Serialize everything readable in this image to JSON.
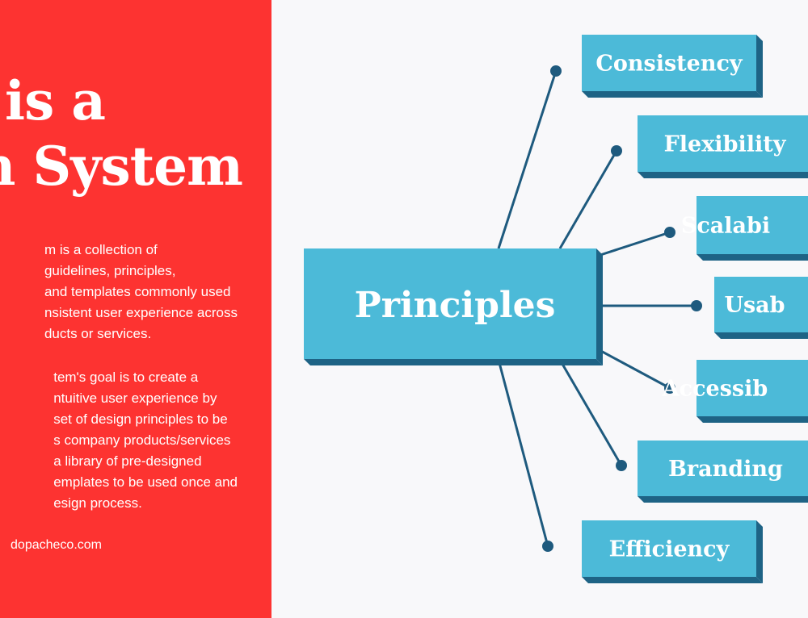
{
  "title": {
    "line1": "t is a",
    "line2": "gn System"
  },
  "description": {
    "paragraph1": [
      "m is a collection of",
      "guidelines, principles,",
      "and templates commonly used",
      "nsistent user experience across",
      "ducts or services."
    ],
    "paragraph2": [
      "tem's goal is to create a",
      "ntuitive user experience by",
      "set of design principles to be",
      "s company products/services",
      "a library of pre-designed",
      "emplates to be used once and",
      "esign process."
    ]
  },
  "website": "dopacheco.com",
  "diagram": {
    "center": "Principles",
    "principles": [
      "Consistency",
      "Flexibility",
      "Scalabi",
      "Usab",
      "Accessib",
      "Branding",
      "Efficiency"
    ]
  },
  "colors": {
    "panel": "#fd3331",
    "box_face": "#4cbad8",
    "box_shadow": "#1e6385",
    "line": "#1e5a7e",
    "background": "#f8f8fa"
  }
}
